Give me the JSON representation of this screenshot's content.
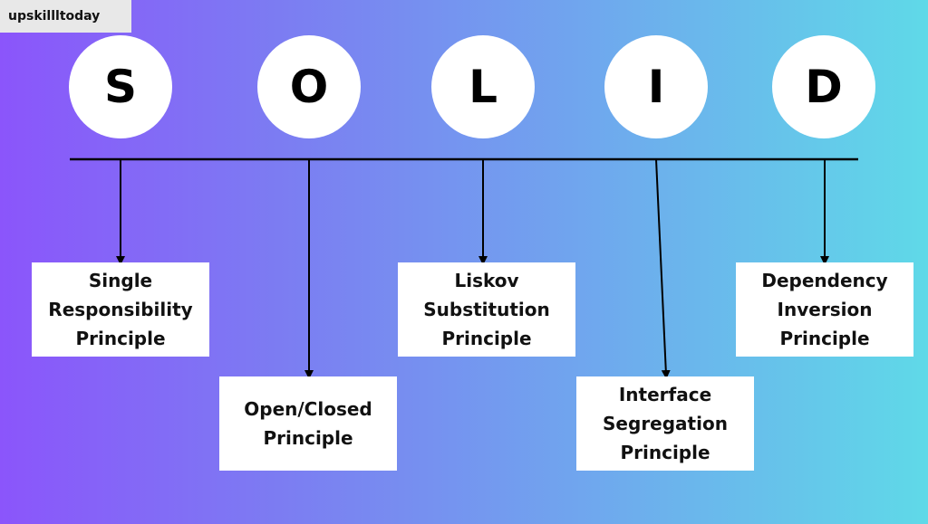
{
  "brand": {
    "label": "upskillltoday"
  },
  "letters": [
    "S",
    "O",
    "L",
    "I",
    "D"
  ],
  "principles": [
    {
      "letter": "S",
      "label": "Single Responsibility Principle"
    },
    {
      "letter": "O",
      "label": "Open/Closed Principle"
    },
    {
      "letter": "L",
      "label": "Liskov Substitution Principle"
    },
    {
      "letter": "I",
      "label": "Interface Segregation Principle"
    },
    {
      "letter": "D",
      "label": "Dependency Inversion Principle"
    }
  ]
}
